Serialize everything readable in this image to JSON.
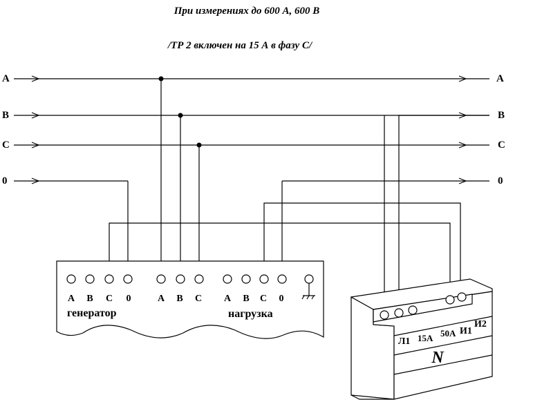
{
  "title_line1": "При измерениях до 600 А, 600 В",
  "title_line2": "/ТР 2 включен на 15 А в фазу С/",
  "bus": {
    "left_labels": [
      "A",
      "B",
      "C",
      "0"
    ],
    "right_labels": [
      "A",
      "B",
      "C",
      "0"
    ]
  },
  "panel": {
    "generator_terms": [
      "A",
      "B",
      "C",
      "0"
    ],
    "middle_terms": [
      "A",
      "B",
      "C"
    ],
    "load_terms": [
      "A",
      "B",
      "C",
      "0"
    ],
    "generator_label": "генератор",
    "load_label": "нагрузка"
  },
  "meter": {
    "l1": "Л1",
    "amp15": "15А",
    "amp50": "50А",
    "i1": "И1",
    "i2": "И2",
    "symbol": "N"
  }
}
